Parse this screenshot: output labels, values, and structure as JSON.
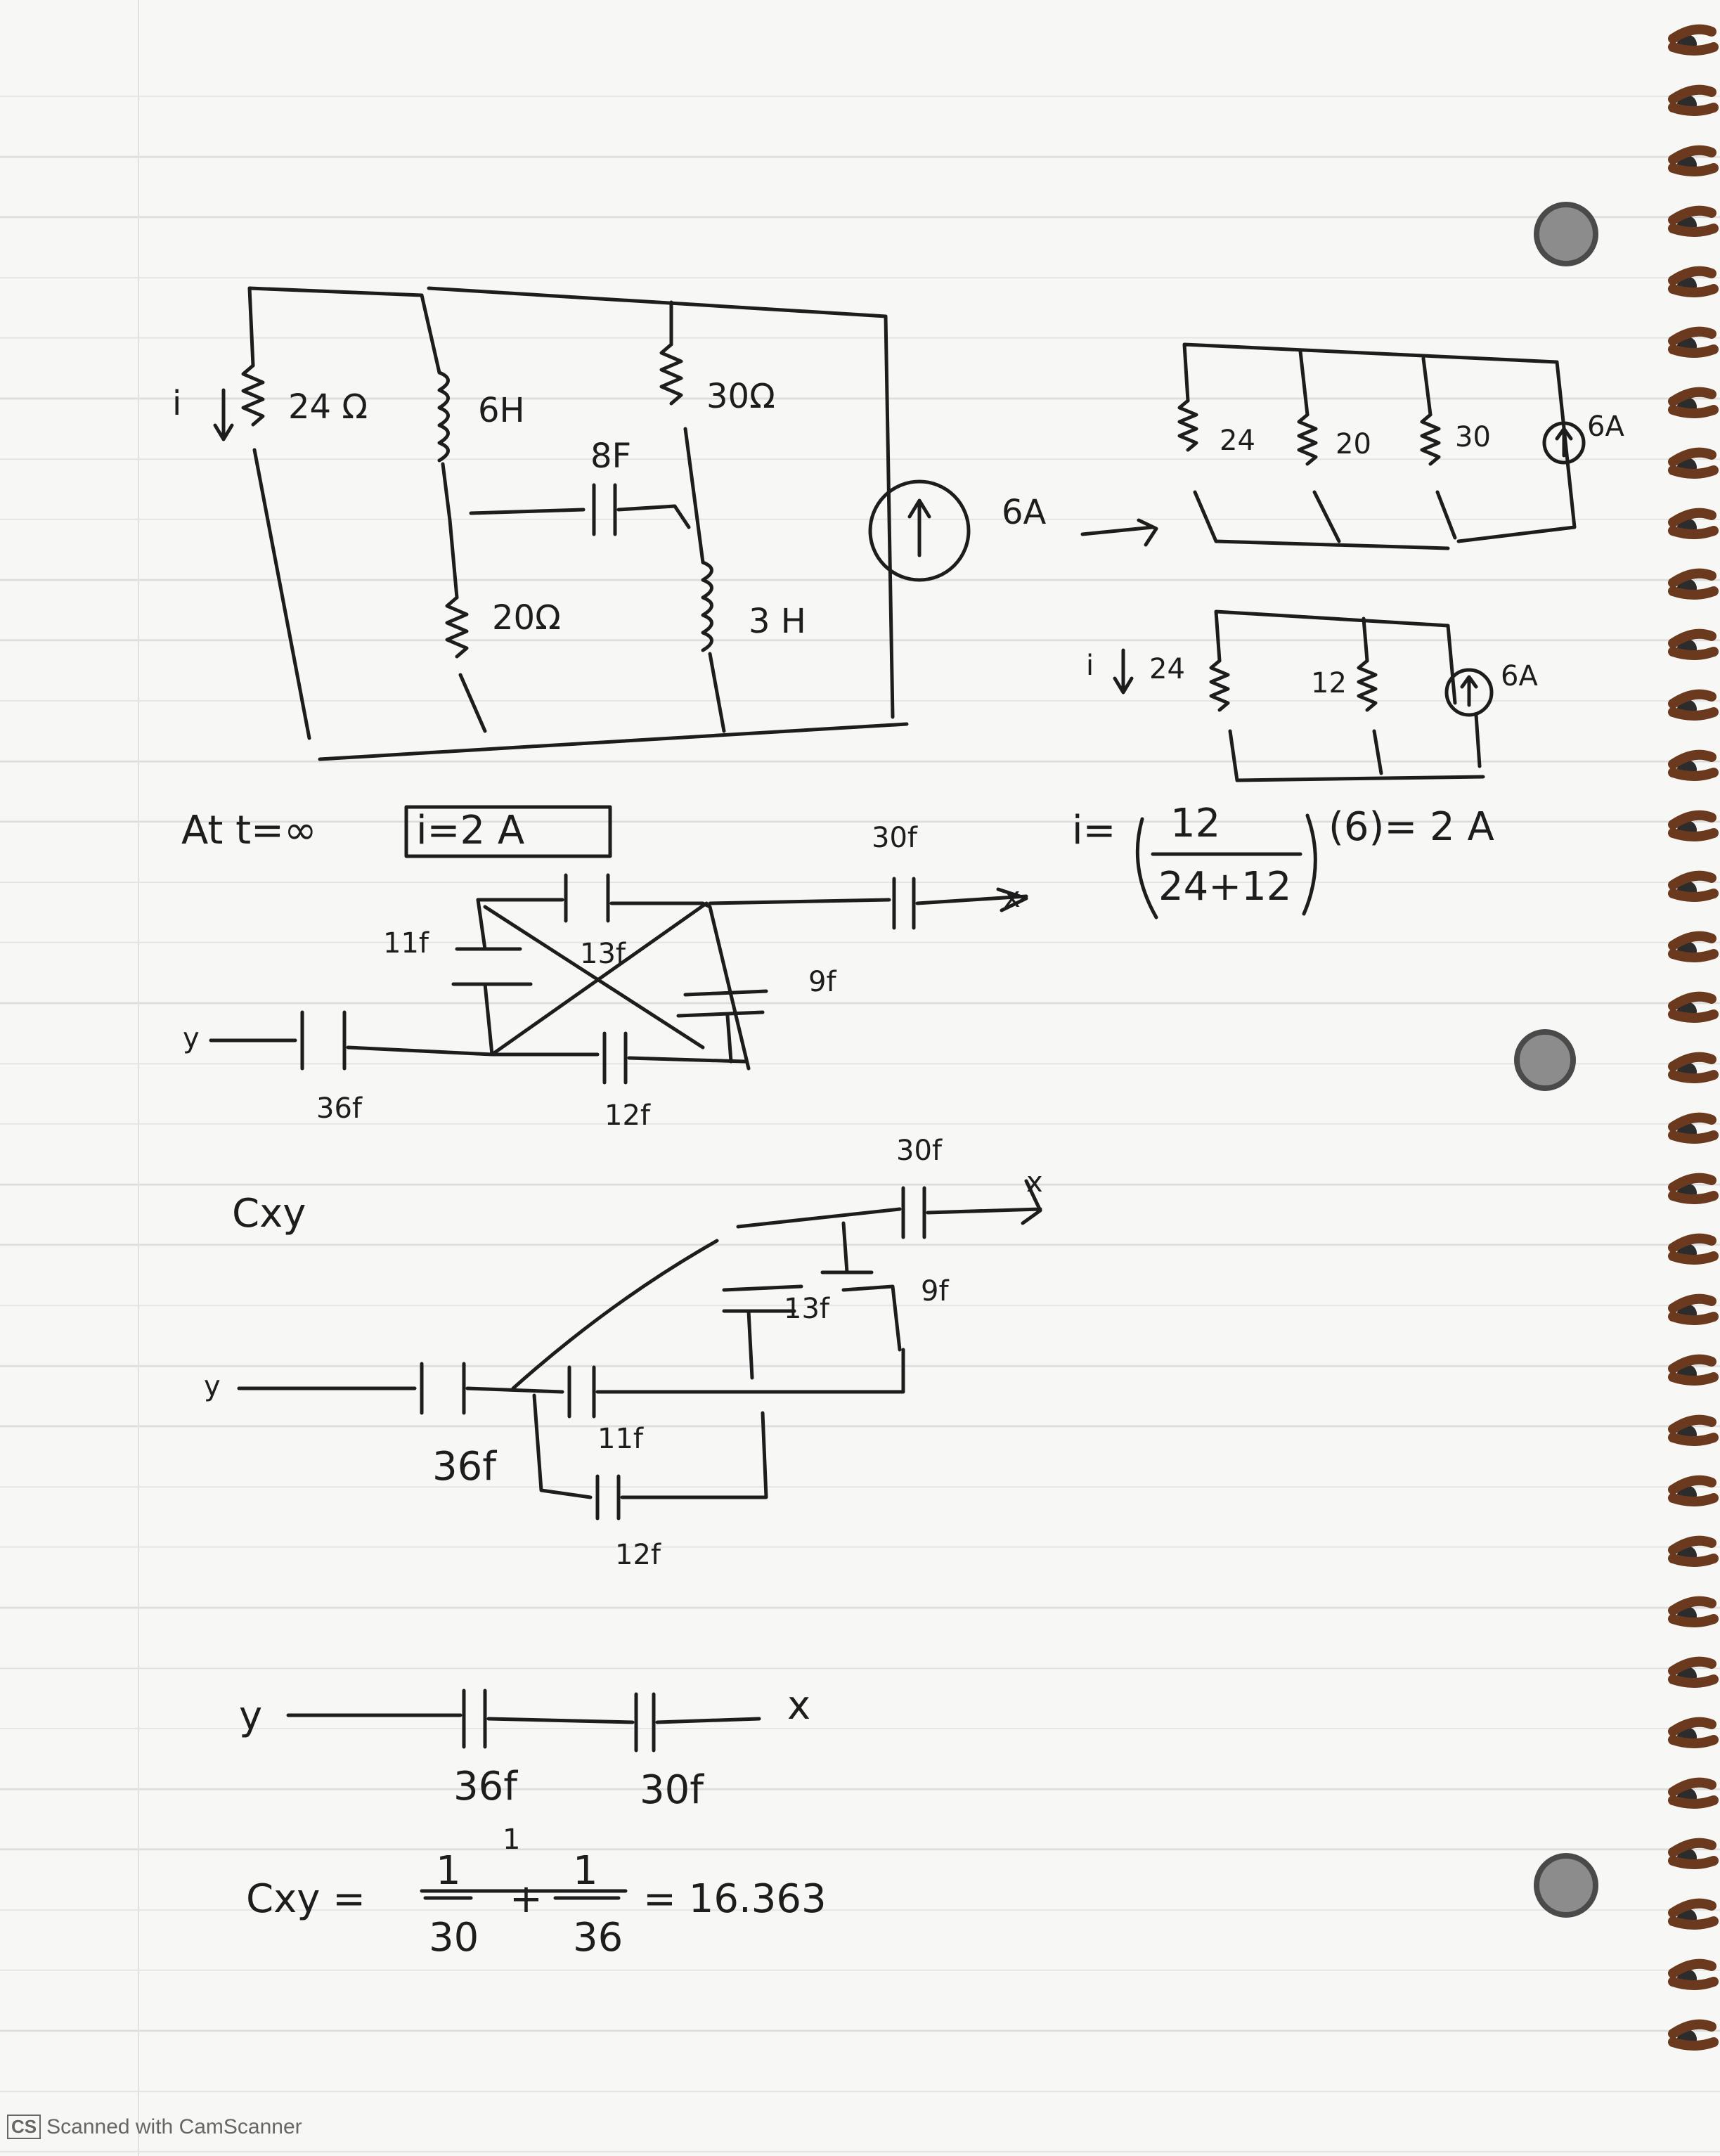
{
  "circuit1": {
    "r24": "24 Ω",
    "l6": "6H",
    "r30": "30Ω",
    "c8": "8F",
    "r20": "20Ω",
    "l3": "3 H",
    "source": "6A",
    "current_i": "i"
  },
  "circuit2": {
    "r24": "24",
    "r20": "20",
    "r30": "30",
    "source": "6A"
  },
  "circuit3": {
    "i_label": "i",
    "r24": "24",
    "r12": "12",
    "source": "6A"
  },
  "result_line": {
    "at_t": "At t=∞",
    "boxed": "i=2 A",
    "formula_prefix": "i=",
    "numerator": "12",
    "denominator": "24+12",
    "formula_suffix": "(6)= 2 A"
  },
  "cap_network1": {
    "c30": "30f",
    "x": "x",
    "c11": "11f",
    "c13": "13f",
    "c9": "9f",
    "y": "y",
    "c36": "36f",
    "c12": "12f"
  },
  "cap_network2": {
    "c30": "30f",
    "x": "x",
    "title": "Cxy",
    "c13": "13f",
    "c9": "9f",
    "y": "y",
    "c36": "36f",
    "c11": "11f",
    "c12": "12f"
  },
  "cap_network3": {
    "y": "y",
    "x": "x",
    "c36": "36f",
    "c30": "30f"
  },
  "final": {
    "lhs": "Cxy =",
    "top": "1",
    "frac1_num": "1",
    "frac1_den": "30",
    "plus": "+",
    "frac2_num": "1",
    "frac2_den": "36",
    "result": "= 16.363"
  },
  "watermark": {
    "badge": "CS",
    "text": "Scanned with CamScanner"
  }
}
